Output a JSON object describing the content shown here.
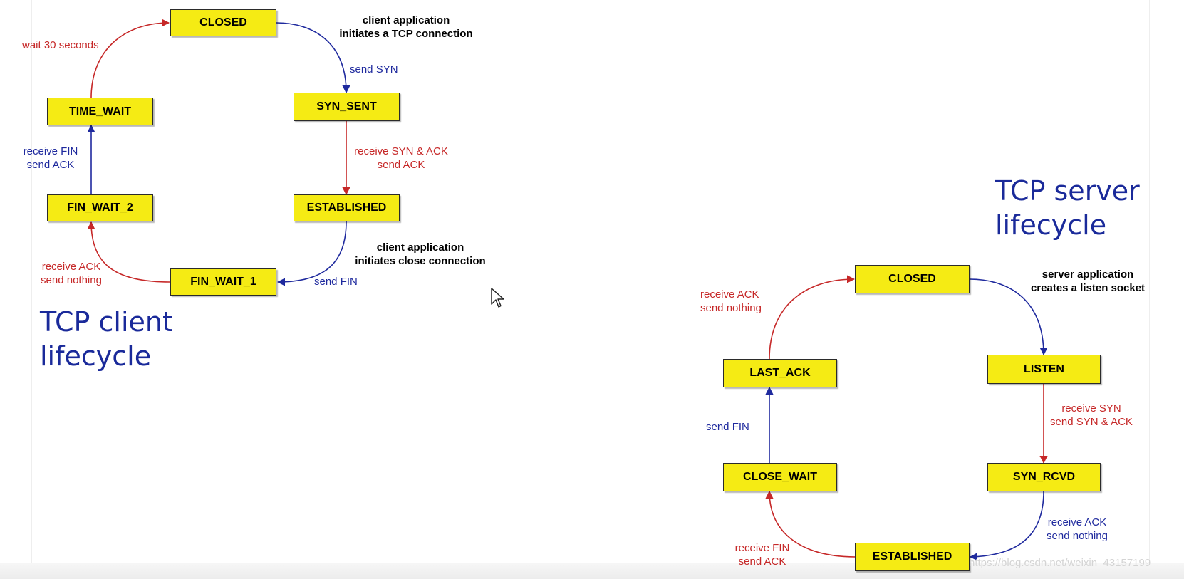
{
  "client": {
    "title_line1": "TCP client",
    "title_line2": "lifecycle",
    "states": {
      "closed": "CLOSED",
      "syn_sent": "SYN_SENT",
      "established": "ESTABLISHED",
      "fin_wait_1": "FIN_WAIT_1",
      "fin_wait_2": "FIN_WAIT_2",
      "time_wait": "TIME_WAIT"
    },
    "notes": {
      "open_line1": "client application",
      "open_line2": "initiates a TCP connection",
      "close_line1": "client application",
      "close_line2": "initiates close connection"
    },
    "transitions": {
      "send_syn": "send SYN",
      "synack_line1": "receive SYN & ACK",
      "synack_line2": "send ACK",
      "send_fin": "send FIN",
      "ack_line1": "receive  ACK",
      "ack_line2": "send nothing",
      "fin_line1": "receive FIN",
      "fin_line2": "send ACK",
      "wait": "wait 30 seconds"
    }
  },
  "server": {
    "title_line1": "TCP server",
    "title_line2": "lifecycle",
    "states": {
      "closed": "CLOSED",
      "listen": "LISTEN",
      "syn_rcvd": "SYN_RCVD",
      "established": "ESTABLISHED",
      "close_wait": "CLOSE_WAIT",
      "last_ack": "LAST_ACK"
    },
    "notes": {
      "open_line1": "server application",
      "open_line2": "creates a listen socket"
    },
    "transitions": {
      "syn_line1": "receive SYN",
      "syn_line2": "send SYN & ACK",
      "ack_line1": "receive  ACK",
      "ack_line2": "send nothing",
      "fin_line1": "receive FIN",
      "fin_line2": "send ACK",
      "send_fin": "send FIN",
      "lastack_line1": "receive  ACK",
      "lastack_line2": "send nothing"
    }
  },
  "watermark": "https://blog.csdn.net/weixin_43157199",
  "colors": {
    "state_fill": "#f5eb14",
    "red_arrow": "#c62828",
    "blue_arrow": "#1f2a9e",
    "title": "#1a2a9a"
  },
  "icons": {
    "cursor": "mouse-pointer-icon"
  }
}
